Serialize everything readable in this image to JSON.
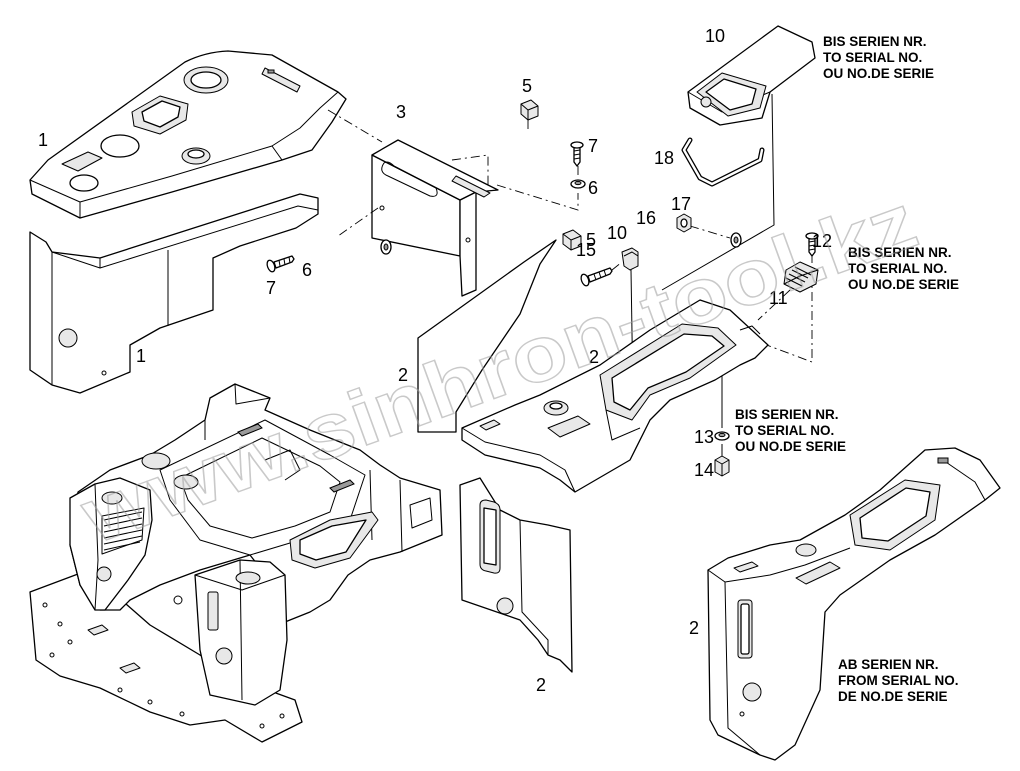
{
  "callouts": [
    "1",
    "1",
    "3",
    "5",
    "5",
    "7",
    "6",
    "6",
    "7",
    "10",
    "18",
    "17",
    "16",
    "10",
    "15",
    "12",
    "11",
    "2",
    "2",
    "13",
    "14",
    "2",
    "2"
  ],
  "notes": [
    {
      "lines": [
        "BIS SERIEN NR.",
        "TO SERIAL NO.",
        "OU NO.DE SERIE"
      ]
    },
    {
      "lines": [
        "BIS SERIEN NR.",
        "TO SERIAL NO.",
        "OU NO.DE SERIE"
      ]
    },
    {
      "lines": [
        "BIS SERIEN NR.",
        "TO SERIAL NO.",
        "OU NO.DE SERIE"
      ]
    },
    {
      "lines": [
        "AB SERIEN NR.",
        "FROM SERIAL NO.",
        "DE NO.DE SERIE"
      ]
    }
  ],
  "watermark": "www.sinhron-tool.kz",
  "colors": {
    "line": "#000000",
    "fill": "#ffffff",
    "shade": "#e8e8e8",
    "watermark": "#9e9e9e"
  }
}
